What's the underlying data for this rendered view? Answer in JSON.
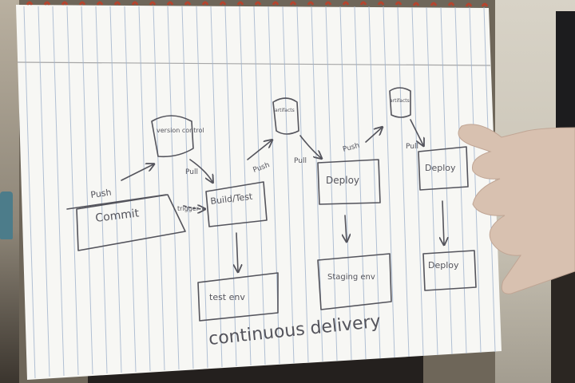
{
  "notebook": {
    "labels": {
      "push_1": "Push",
      "version_control": "version control",
      "pull_1": "Pull",
      "commit": "Commit",
      "trigger": "trigger",
      "build_test": "Build/Test",
      "push_2": "Push",
      "artifacts_1": "artifacts",
      "pull_2": "Pull",
      "deploy_1": "Deploy",
      "push_3": "Push",
      "artifacts_2": "artifacts",
      "pull_3": "Pull",
      "deploy_2": "Deploy",
      "test_env": "test env",
      "staging_env": "Staging env",
      "deploy_3": "Deploy",
      "caption": "continuous delivery"
    }
  },
  "colors": {
    "paper": "#f7f7f4",
    "rule_lines": "#9fb2cc",
    "ink": "#54545c",
    "rings": "#b4452f"
  }
}
